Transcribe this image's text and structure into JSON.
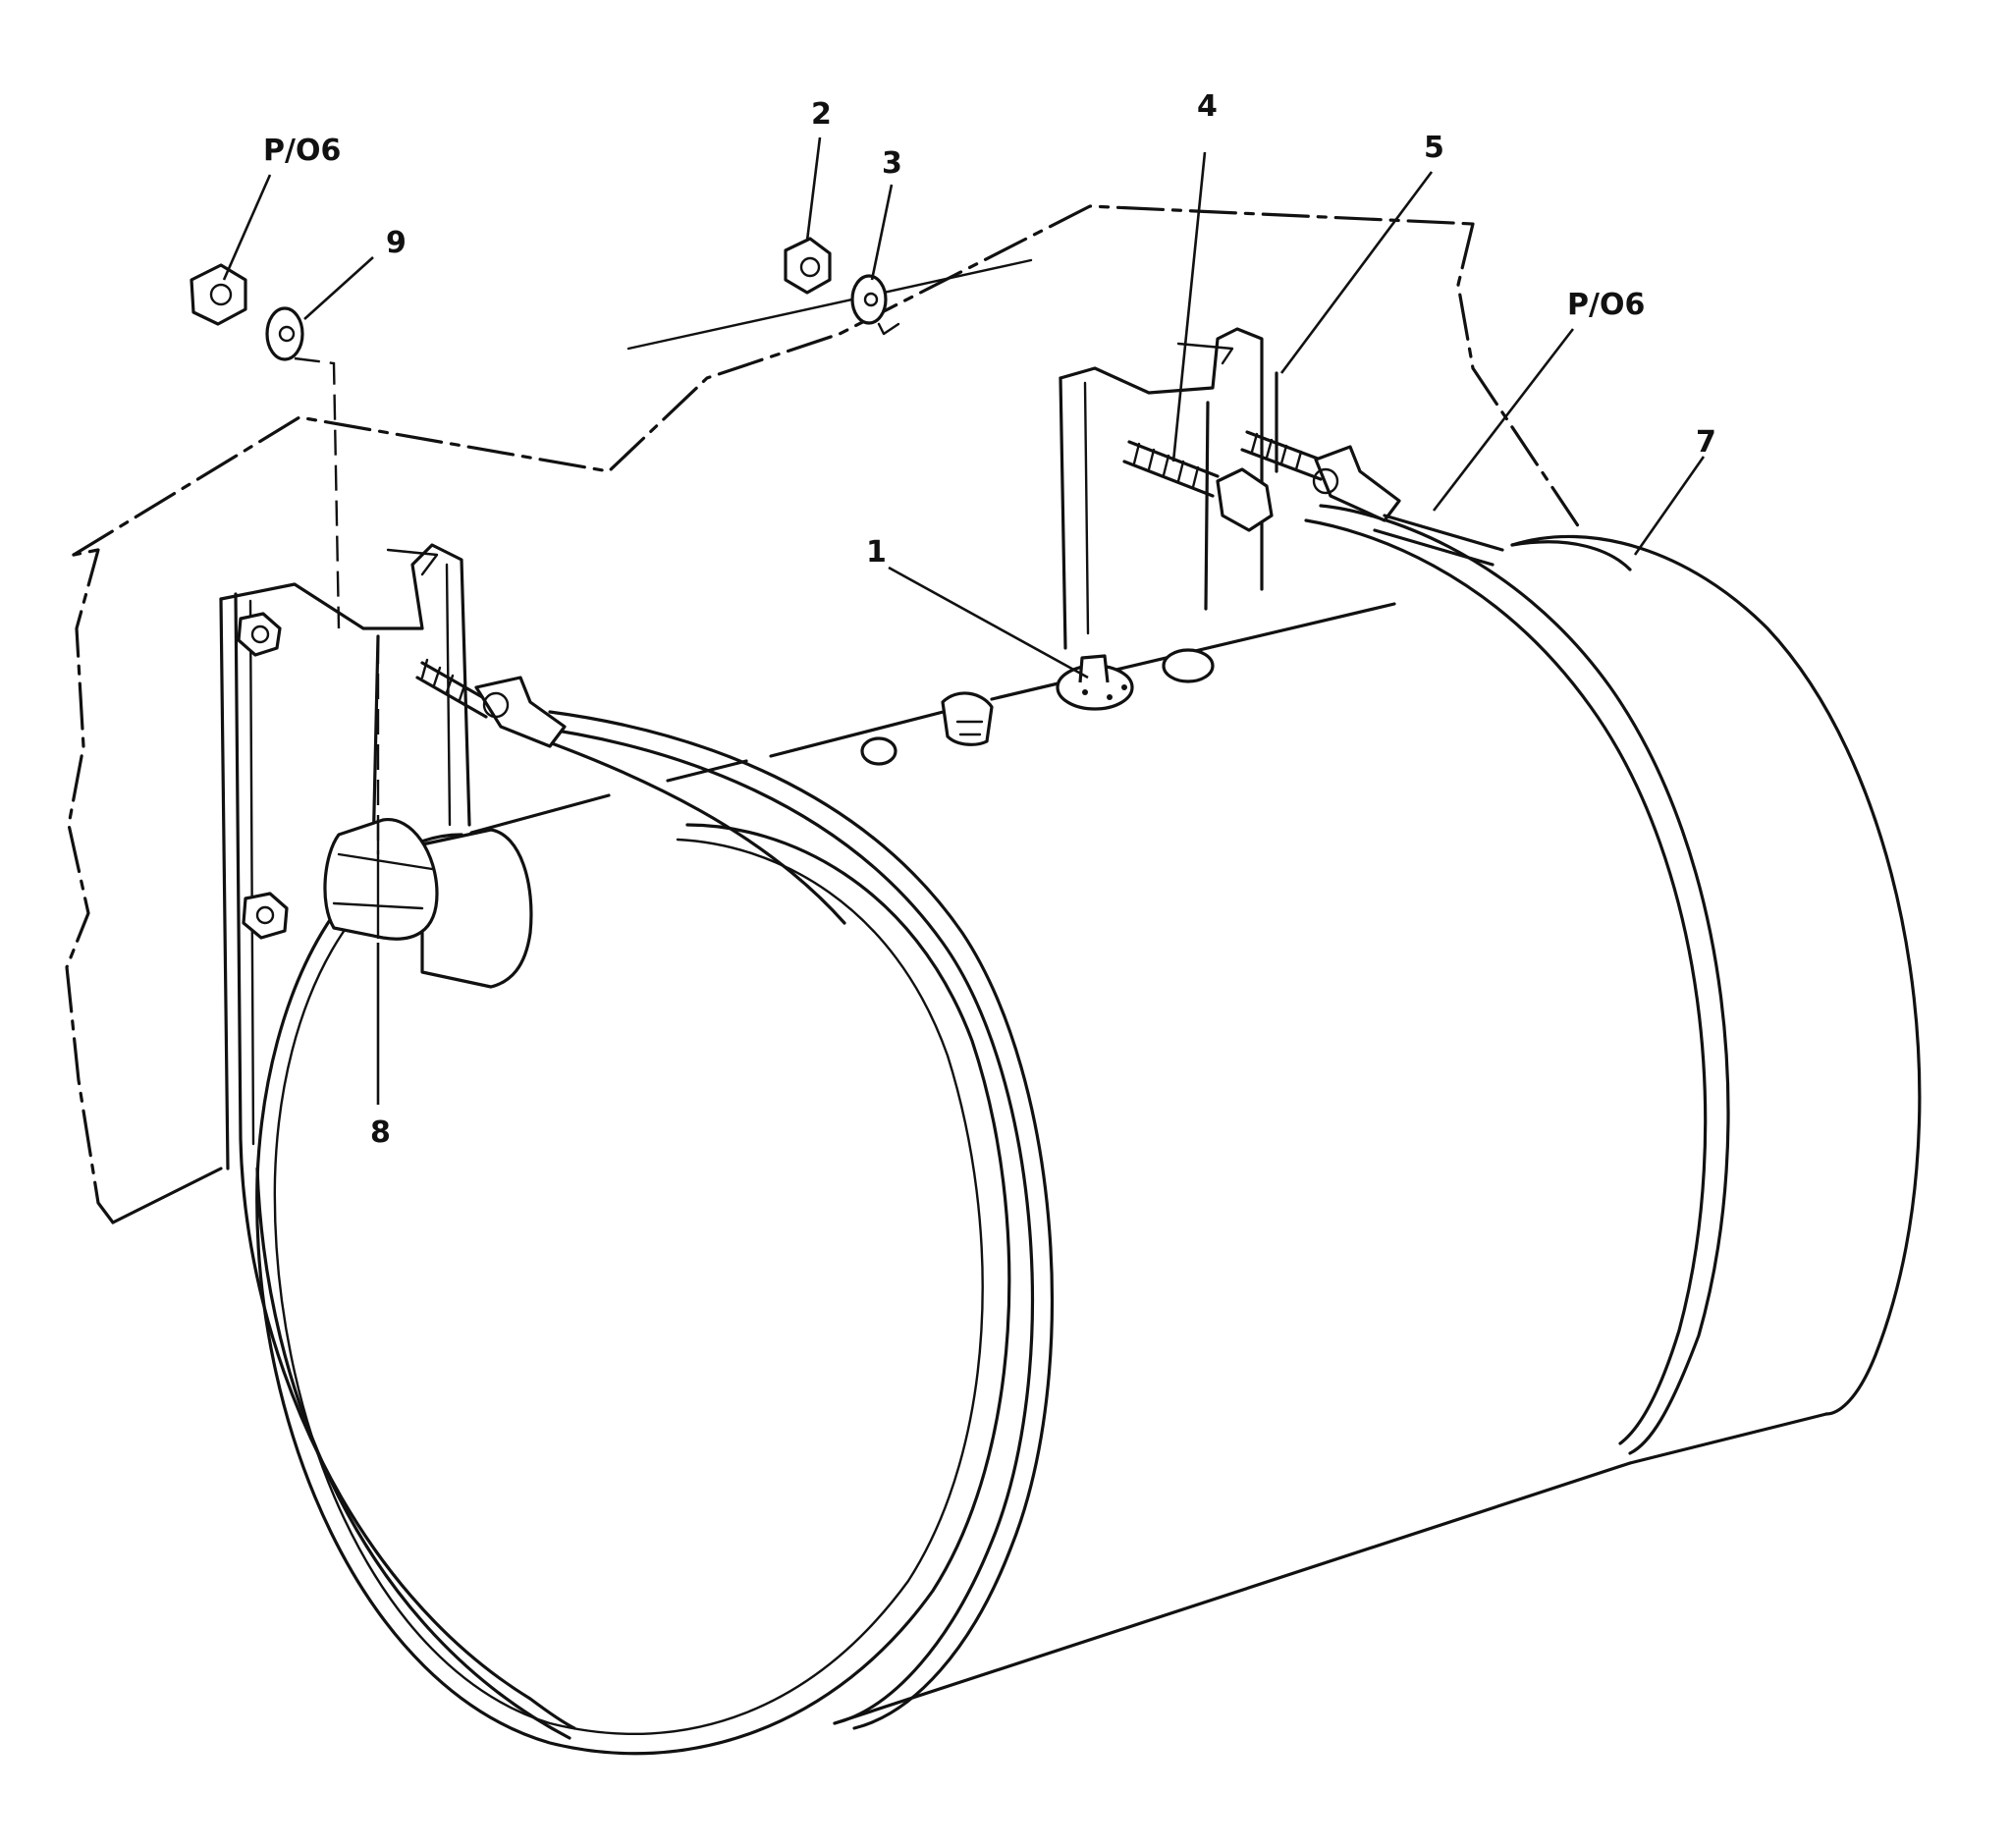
{
  "callouts": {
    "c_p06_left": "P/O6",
    "c_9": "9",
    "c_2": "2",
    "c_3": "3",
    "c_4": "4",
    "c_5": "5",
    "c_p06_right": "P/O6",
    "c_7": "7",
    "c_1": "1",
    "c_8": "8"
  }
}
